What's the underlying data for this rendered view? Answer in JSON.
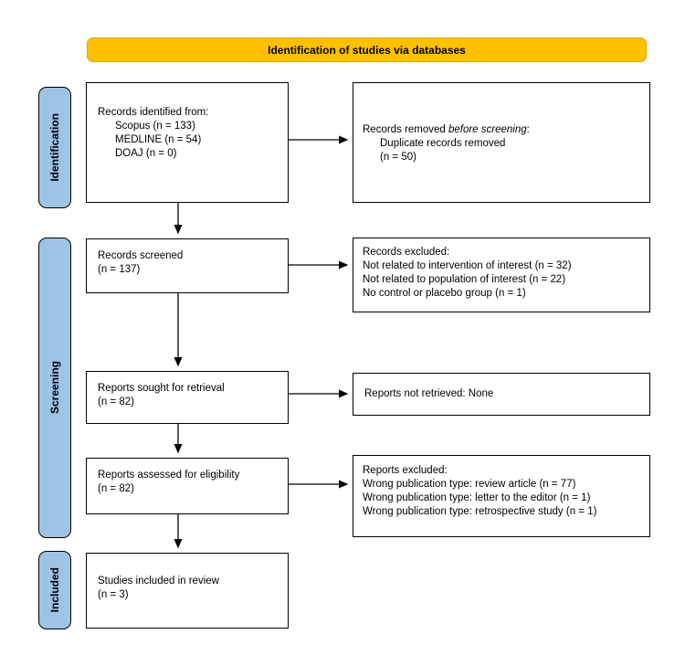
{
  "banner": {
    "label": "Identification of studies via databases",
    "bg": "#FFC000"
  },
  "sidebar": {
    "bg": "#9DC3E6",
    "stages": [
      {
        "label": "Identification"
      },
      {
        "label": "Screening"
      },
      {
        "label": "Included"
      }
    ]
  },
  "flow": {
    "records_identified": {
      "title": "Records identified from:",
      "items": [
        "Scopus (n = 133)",
        "MEDLINE (n = 54)",
        "DOAJ (n = 0)"
      ]
    },
    "records_removed": {
      "title_prefix": "Records removed ",
      "title_italic": "before screening",
      "title_suffix": ":",
      "items": [
        "Duplicate records removed",
        "(n = 50)"
      ]
    },
    "records_screened": {
      "lines": [
        "Records screened",
        "(n = 137)"
      ]
    },
    "records_excluded": {
      "title": "Records excluded:",
      "items": [
        "Not related to intervention of interest (n = 32)",
        "Not related to population of interest (n = 22)",
        "No control or placebo group (n = 1)"
      ]
    },
    "reports_sought": {
      "lines": [
        "Reports sought for retrieval",
        "(n = 82)"
      ]
    },
    "reports_not_retrieved": {
      "lines": [
        "Reports not retrieved: None"
      ]
    },
    "reports_assessed": {
      "lines": [
        "Reports assessed for eligibility",
        "(n = 82)"
      ]
    },
    "reports_excluded": {
      "title": "Reports excluded:",
      "items": [
        "Wrong publication type: review article (n = 77)",
        "Wrong publication type: letter to the editor (n = 1)",
        "Wrong publication type: retrospective study (n = 1)"
      ]
    },
    "studies_included": {
      "lines": [
        "Studies included in review",
        "(n = 3)"
      ]
    }
  }
}
